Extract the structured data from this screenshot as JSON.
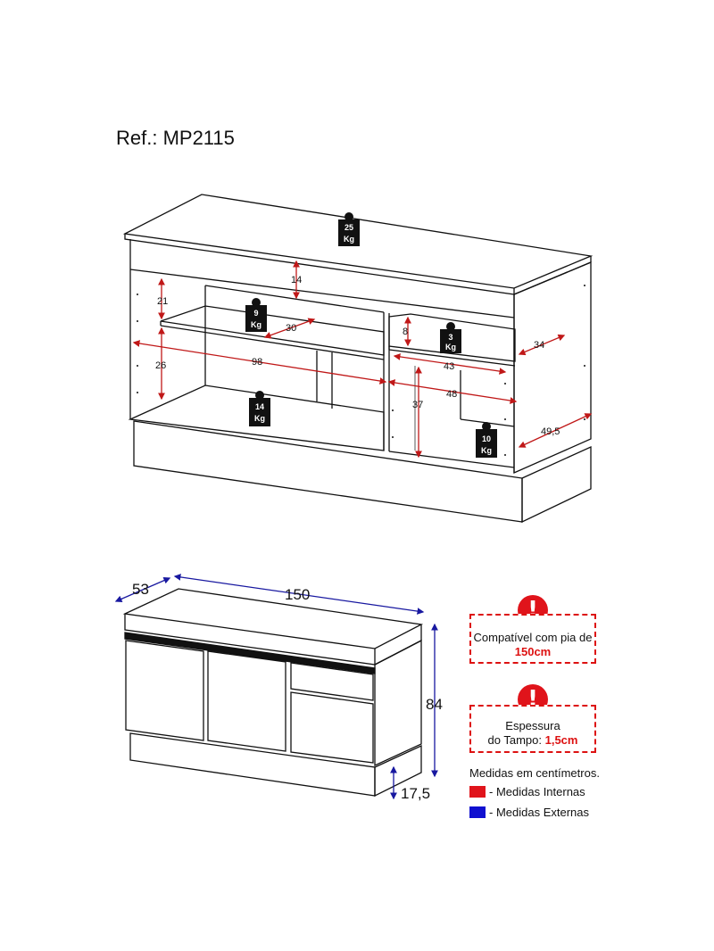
{
  "ref": "Ref.: MP2115",
  "weights": {
    "top": [
      "25",
      "Kg"
    ],
    "shelf": [
      "9",
      "Kg"
    ],
    "floor": [
      "14",
      "Kg"
    ],
    "drawer": [
      "3",
      "Kg"
    ],
    "right": [
      "10",
      "Kg"
    ]
  },
  "internal_dims": {
    "d14": "14",
    "d21": "21",
    "d26": "26",
    "d30": "30",
    "d98": "98",
    "d8": "8",
    "d43": "43",
    "d48": "48",
    "d37": "37",
    "d34": "34",
    "d49_5": "49,5"
  },
  "external_dims": {
    "depth": "53",
    "width": "150",
    "height": "84",
    "base": "17,5"
  },
  "notes": {
    "sink_line1": "Compatível com pia de",
    "sink_value": "150cm",
    "top_line1": "Espessura",
    "top_line2": "do Tampo:",
    "top_value": "1,5cm"
  },
  "legend": {
    "title": "Medidas em centímetros.",
    "internal": "- Medidas Internas",
    "external": "- Medidas Externas",
    "internal_color": "#e0141b",
    "external_color": "#1010d0"
  },
  "alert_icon": "exclamation-icon"
}
